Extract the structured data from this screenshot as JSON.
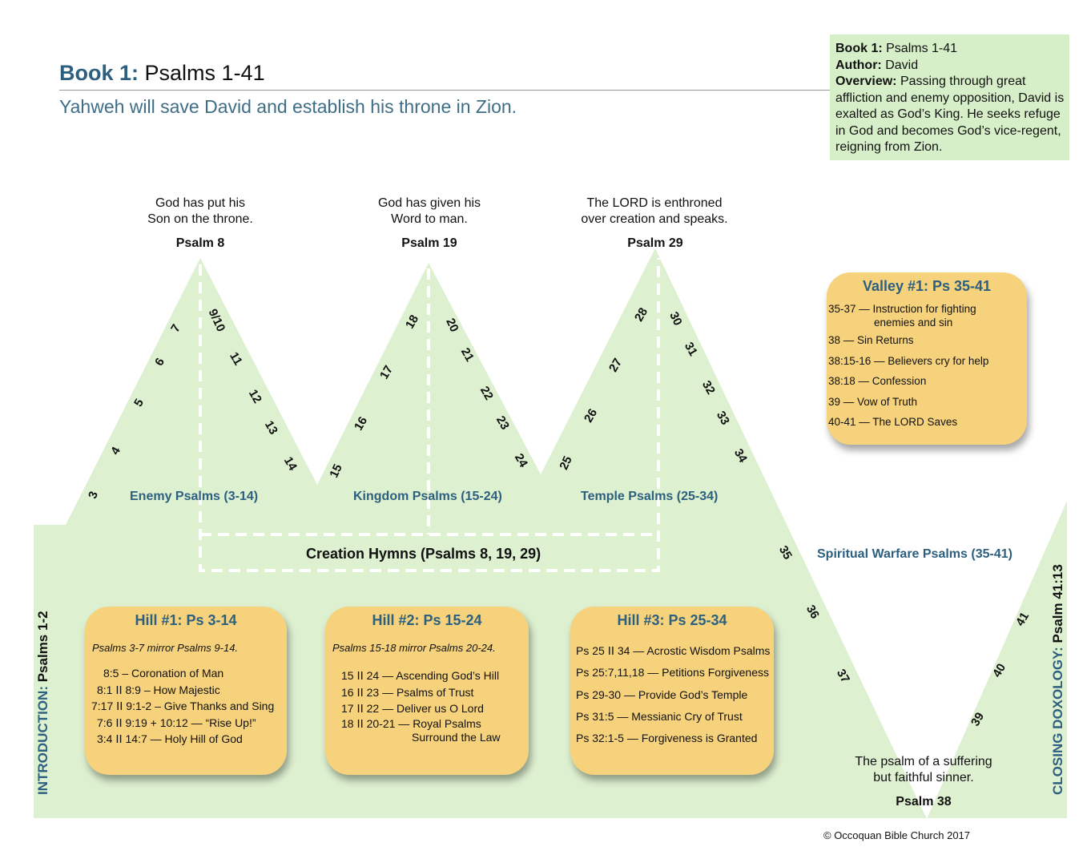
{
  "header": {
    "book_label": "Book 1:",
    "book_range": "Psalms 1-41",
    "subtitle": "Yahweh will save David and establish his throne in Zion."
  },
  "overview_box": {
    "book_key": "Book 1:",
    "book_val": "Psalms 1-41",
    "author_key": "Author:",
    "author_val": "David",
    "overview_key": "Overview:",
    "overview_val": "Passing through great affliction and enemy opposition, David is exalted as God’s King. He seeks refuge in God and becomes God’s vice-regent, reigning from Zion."
  },
  "peaks": [
    {
      "caption_1": "God has put his",
      "caption_2": "Son on the throne.",
      "psalm": "Psalm 8"
    },
    {
      "caption_1": "God has given his",
      "caption_2": "Word to man.",
      "psalm": "Psalm 19"
    },
    {
      "caption_1": "The LORD is enthroned",
      "caption_2": "over creation and speaks.",
      "psalm": "Psalm 29"
    }
  ],
  "valley_caption": {
    "line_1": "The psalm of a suffering",
    "line_2": "but faithful sinner.",
    "psalm": "Psalm 38"
  },
  "psalm_numbers": [
    "3",
    "4",
    "5",
    "6",
    "7",
    "9/10",
    "11",
    "12",
    "13",
    "14",
    "15",
    "16",
    "17",
    "18",
    "20",
    "21",
    "22",
    "23",
    "24",
    "25",
    "26",
    "27",
    "28",
    "30",
    "31",
    "32",
    "33",
    "34",
    "35",
    "36",
    "37",
    "39",
    "40",
    "41"
  ],
  "group_labels": {
    "enemy": "Enemy Psalms (3-14)",
    "kingdom": "Kingdom Psalms (15-24)",
    "temple": "Temple Psalms (25-34)",
    "warfare": "Spiritual Warfare Psalms (35-41)",
    "creation": "Creation Hymns (Psalms 8, 19, 29)"
  },
  "hill_1": {
    "title": "Hill #1: Ps 3-14",
    "note": "Psalms 3-7 mirror Psalms 9-14.",
    "lines": [
      "8:5 – Coronation of Man",
      "8:1 ⅠⅠ 8:9 – How Majestic",
      "7:17 ⅠⅠ 9:1-2 – Give Thanks and Sing",
      "7:6 ⅠⅠ 9:19 + 10:12 — “Rise Up!”",
      "3:4 ⅠⅠ 14:7 — Holy Hill of God"
    ]
  },
  "hill_2": {
    "title": "Hill #2: Ps 15-24",
    "note": "Psalms 15-18 mirror Psalms 20-24.",
    "lines": [
      "15 ⅠⅠ 24 — Ascending God’s Hill",
      "16 ⅠⅠ 23 — Psalms of Trust",
      "17 ⅠⅠ 22 — Deliver us O Lord",
      "18 ⅠⅠ 20-21 — Royal Psalms",
      "Surround the Law"
    ]
  },
  "hill_3": {
    "title": "Hill #3: Ps 25-34",
    "lines": [
      "Ps 25 ⅠⅠ 34 — Acrostic Wisdom Psalms",
      "Ps 25:7,11,18 — Petitions Forgiveness",
      "Ps 29-30 — Provide God’s Temple",
      "Ps 31:5 — Messianic Cry of Trust",
      "Ps 32:1-5 — Forgiveness is Granted"
    ]
  },
  "valley_1": {
    "title": "Valley #1: Ps 35-41",
    "lines": [
      "35-37 — Instruction for fighting",
      "enemies and sin",
      "38 — Sin Returns",
      "38:15-16 — Believers cry for help",
      "38:18 — Confession",
      "39 — Vow of Truth",
      "40-41 — The LORD Saves"
    ]
  },
  "side_labels": {
    "intro_key": "INTRODUCTION:",
    "intro_val": "Psalms 1-2",
    "close_key": "CLOSING DOXOLOGY:",
    "close_val": "Psalm 41:13"
  },
  "copyright": "© Occoquan Bible Church 2017",
  "colors": {
    "land": "#ddf0d0",
    "card": "#f6d27c",
    "accent": "#2d5f7f",
    "overview_bg": "#d6efc8"
  }
}
